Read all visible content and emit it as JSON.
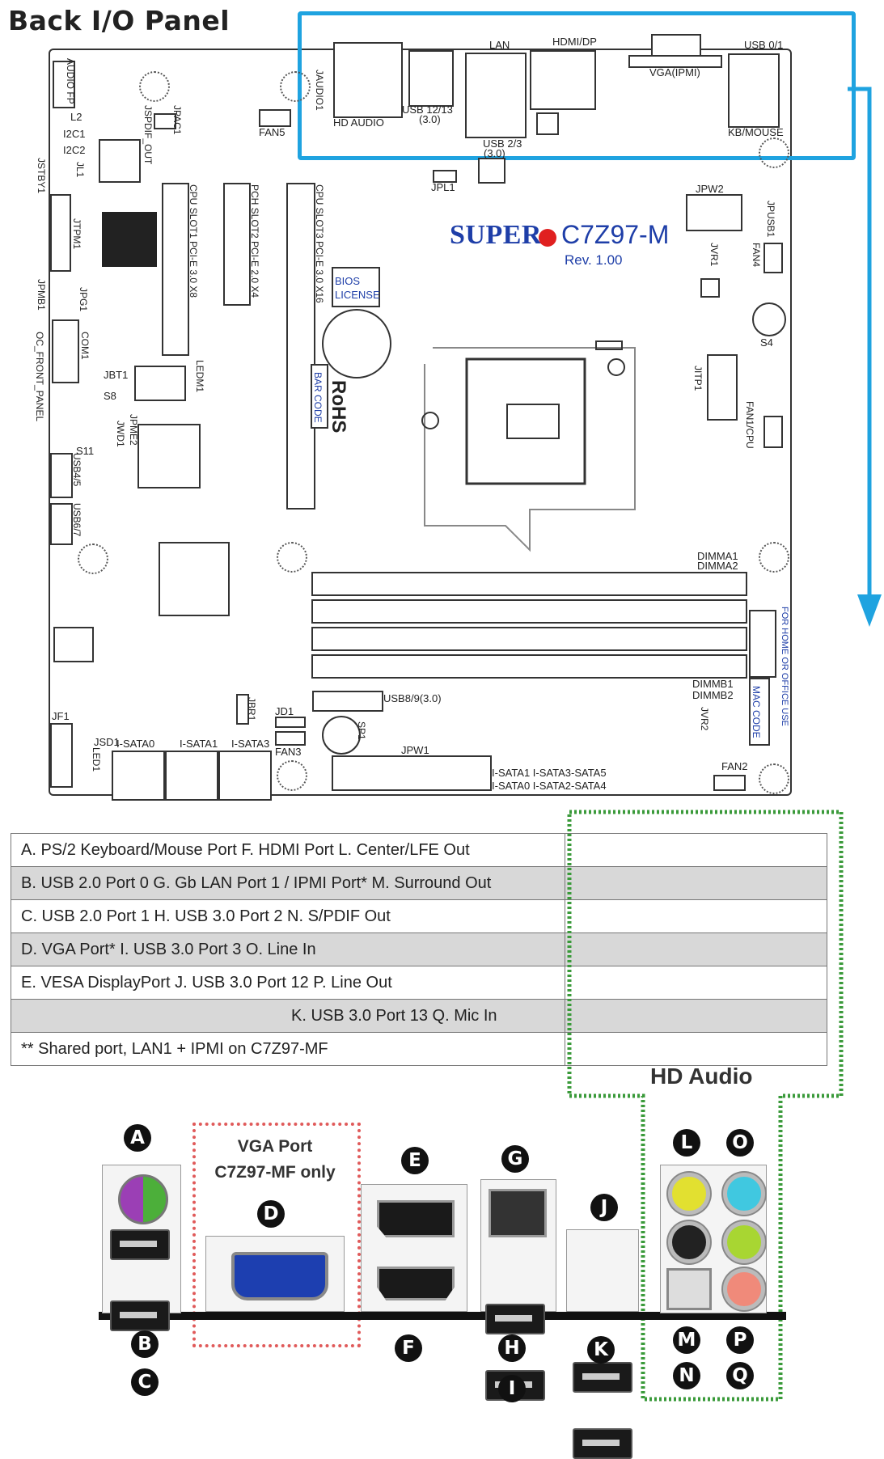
{
  "title": "Back I/O Panel",
  "board": {
    "brand": "SUPER",
    "model": "C7Z97-M",
    "revision": "Rev. 1.00",
    "top_labels": {
      "lan": "LAN",
      "hdmi_dp": "HDMI/DP",
      "usb01": "USB 0/1",
      "vga_ipmi": "VGA(IPMI)",
      "hd_audio": "HD AUDIO",
      "usb1213": "USB 12/13",
      "usb1213_sub": "(3.0)",
      "usb23": "USB 2/3",
      "usb23_sub": "(3.0)",
      "kb_mouse": "KB/MOUSE",
      "jaudio": "JAUDIO1",
      "fan5": "FAN5",
      "jpl1": "JPL1"
    },
    "left_labels": {
      "audio_fp": "AUDIO FP",
      "jspdif": "JSPDIF_OUT",
      "jpac1": "JPAC1",
      "l2": "L2",
      "i2c1": "I2C1",
      "i2c2": "I2C2",
      "jl1": "JL1",
      "jstby1": "JSTBY1",
      "jtpm1": "JTPM1",
      "jpmb1": "JPMB1",
      "jpg1": "JPG1",
      "com1": "COM1",
      "jbt1": "JBT1",
      "s8": "S8",
      "s11": "S11",
      "jpme2": "JPME2",
      "jwd1": "JWD1",
      "oc_front": "OC_FRONT_PANEL",
      "usb45": "USB4/5",
      "usb67": "USB6/7",
      "jf1": "JF1",
      "jsd1": "JSD1",
      "led1": "LED1",
      "ledm1": "LEDM1"
    },
    "slots": {
      "slot1": "CPU SLOT1 PCI-E 3.0 X8",
      "slot2": "PCH SLOT2 PCI-E 2.0 X4",
      "slot3": "CPU SLOT3 PCI-E 3.0 X16"
    },
    "center_labels": {
      "bios": "BIOS",
      "license": "LICENSE",
      "bar_code": "BAR CODE",
      "rohs": "RoHS",
      "usb89": "USB8/9(3.0)",
      "jbr1": "JBR1",
      "jd1": "JD1",
      "fan3": "FAN3",
      "sp1": "SP1",
      "jpw1": "JPW1",
      "isata0": "I-SATA0",
      "isata1": "I-SATA1",
      "isata3": "I-SATA3",
      "sata_row1": "I-SATA1 I-SATA3-SATA5",
      "sata_row2": "I-SATA0 I-SATA2-SATA4"
    },
    "right_labels": {
      "jpw2": "JPW2",
      "jpusb1": "JPUSB1",
      "fan4": "FAN4",
      "jvr1": "JVR1",
      "s4": "S4",
      "jitp1": "JITP1",
      "fan1": "FAN1/CPU",
      "dimma1": "DIMMA1",
      "dimma2": "DIMMA2",
      "dimmb1": "DIMMB1",
      "dimmb2": "DIMMB2",
      "jvr2": "JVR2",
      "mac_code": "MAC CODE",
      "fan2": "FAN2",
      "fcc": "FOR HOME OR OFFICE USE"
    }
  },
  "legend": {
    "rows": [
      [
        "A. PS/2 Keyboard/Mouse Port F. HDMI Port L. Center/LFE Out",
        ""
      ],
      [
        "B. USB 2.0 Port 0 G. Gb LAN Port 1 / IPMI Port* M. Surround Out",
        ""
      ],
      [
        "C. USB 2.0 Port 1 H. USB 3.0 Port 2 N. S/PDIF Out",
        ""
      ],
      [
        "D. VGA Port* I. USB 3.0 Port 3 O. Line In",
        ""
      ],
      [
        "E. VESA DisplayPort J. USB 3.0  Port 12 P. Line Out",
        ""
      ],
      [
        "K. USB 3.0 Port 13 Q. Mic In",
        ""
      ],
      [
        "** Shared port, LAN1 + IPMI on C7Z97-MF",
        ""
      ]
    ]
  },
  "io_panel": {
    "hd_audio_title": "HD Audio",
    "vga_title_1": "VGA  Port",
    "vga_title_2": "C7Z97-MF only",
    "markers": {
      "A": "A",
      "B": "B",
      "C": "C",
      "D": "D",
      "E": "E",
      "F": "F",
      "G": "G",
      "H": "H",
      "I": "I",
      "J": "J",
      "K": "K",
      "L": "L",
      "M": "M",
      "N": "N",
      "O": "O",
      "P": "P",
      "Q": "Q"
    }
  },
  "colors": {
    "highlight": "#1fa3e0",
    "brand_blue": "#1e3ea8",
    "audio_green": "#3a9a3a",
    "vga_red": "#e05a5a",
    "ps2_purple": "#9b3fb5",
    "ps2_green": "#4caf3a",
    "vga_blue": "#1d3fb0",
    "jack_yellow": "#e2e030",
    "jack_blue": "#40c8e0",
    "jack_black": "#222222",
    "jack_lime": "#a8d632",
    "jack_pink": "#f08a7a"
  }
}
